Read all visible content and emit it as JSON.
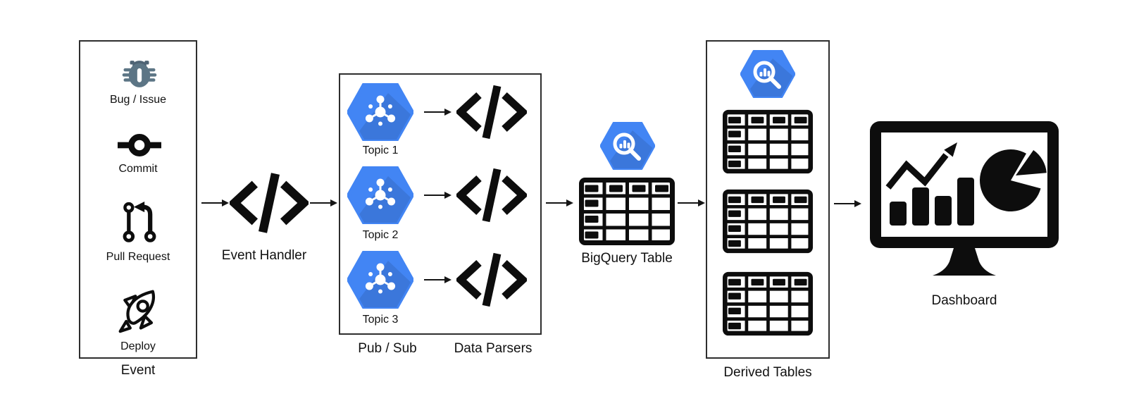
{
  "event": {
    "label": "Event",
    "items": [
      {
        "label": "Bug / Issue",
        "icon": "bug-icon"
      },
      {
        "label": "Commit",
        "icon": "commit-icon"
      },
      {
        "label": "Pull Request",
        "icon": "pull-request-icon"
      },
      {
        "label": "Deploy",
        "icon": "rocket-icon"
      }
    ]
  },
  "event_handler": {
    "label": "Event Handler"
  },
  "pubsub": {
    "label": "Pub / Sub",
    "topics": [
      {
        "label": "Topic 1"
      },
      {
        "label": "Topic 2"
      },
      {
        "label": "Topic 3"
      }
    ]
  },
  "parsers": {
    "label": "Data Parsers"
  },
  "bigquery": {
    "label": "BigQuery Table"
  },
  "derived": {
    "label": "Derived Tables"
  },
  "dashboard": {
    "label": "Dashboard"
  },
  "colors": {
    "gcp_blue": "#4285F4",
    "bug_gray": "#5C7585",
    "icon_black": "#0d0d0d"
  }
}
